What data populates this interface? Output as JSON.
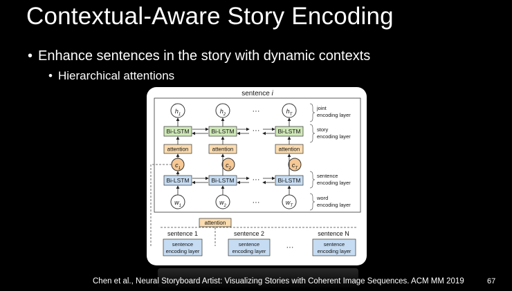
{
  "slide": {
    "title": "Contextual-Aware Story Encoding",
    "bullet1": "Enhance sentences in the story with dynamic contexts",
    "bullet2": "Hierarchical attentions",
    "footer": "Chen et al., Neural Storyboard Artist: Visualizing Stories with Coherent Image Sequences. ACM MM 2019",
    "page_number": "67"
  },
  "diagram": {
    "sentence_i_label": "sentence i",
    "h_nodes": [
      "h1",
      "h2",
      "hT"
    ],
    "c_nodes": [
      "c1",
      "c2",
      "cT"
    ],
    "w_nodes": [
      "w1",
      "w2",
      "wT"
    ],
    "bilstm_label": "Bi-LSTM",
    "attention_label": "attention",
    "ellipsis": "···",
    "layer_labels": {
      "joint": [
        "joint",
        "encoding layer"
      ],
      "story": [
        "story",
        "encoding layer"
      ],
      "sentence": [
        "sentence",
        "encoding layer"
      ],
      "word": [
        "word",
        "encoding layer"
      ]
    },
    "bottom_attention": "attention",
    "sentence_boxes": [
      {
        "title": "sentence 1",
        "line1": "sentence",
        "line2": "encoding layer"
      },
      {
        "title": "sentence 2",
        "line1": "sentence",
        "line2": "encoding layer"
      },
      {
        "title": "sentence N",
        "line1": "sentence",
        "line2": "encoding layer"
      }
    ]
  },
  "colors": {
    "background": "#000000",
    "green_box": "#cfe8b8",
    "blue_box": "#c6dcf2",
    "attention_box": "#fbdcb0",
    "c_node": "#f6c894"
  }
}
